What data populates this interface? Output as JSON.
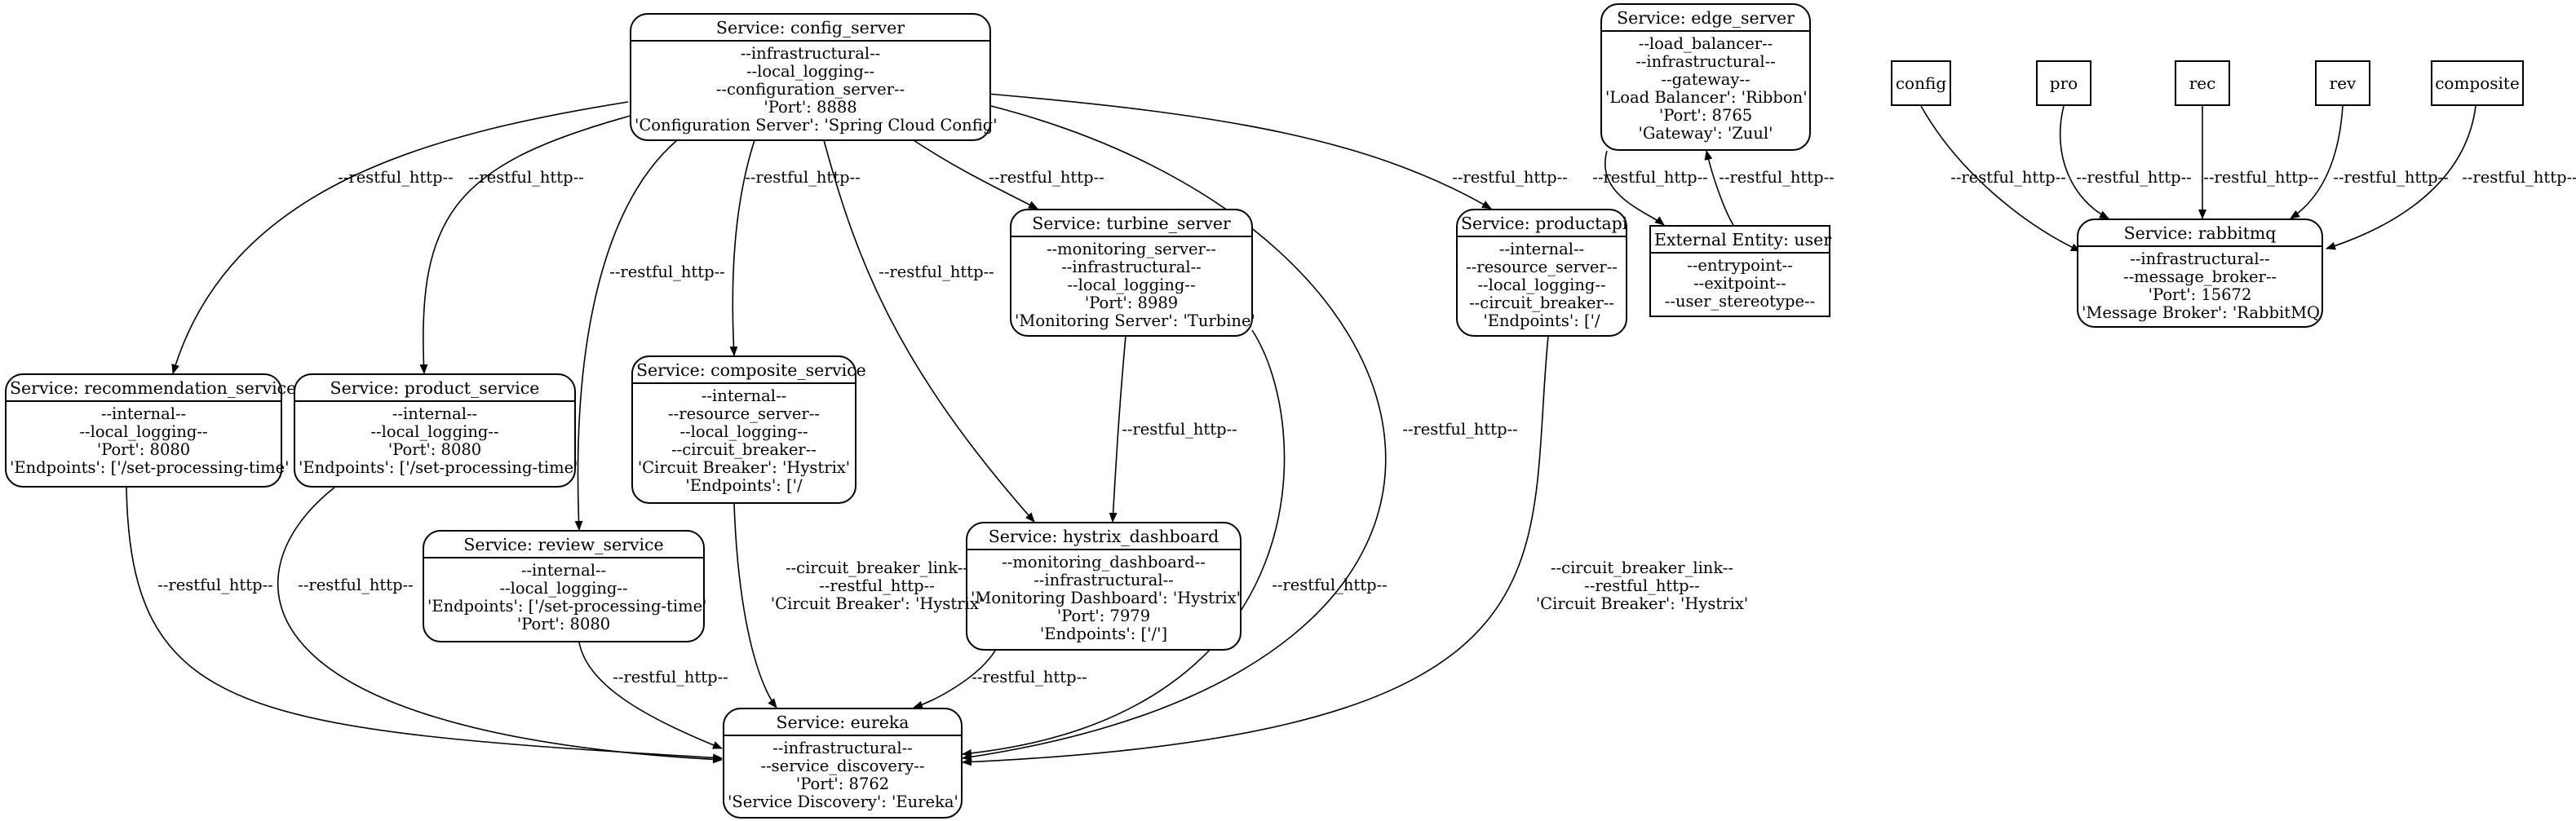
{
  "nodes": {
    "config_server": {
      "title": "Service: config_server",
      "lines": [
        "--infrastructural--",
        "--local_logging--",
        "--configuration_server--",
        "'Port': 8888",
        "'Configuration Server': 'Spring Cloud Config'"
      ]
    },
    "edge_server": {
      "title": "Service: edge_server",
      "lines": [
        "--load_balancer--",
        "--infrastructural--",
        "--gateway--",
        "'Load Balancer': 'Ribbon'",
        "'Port': 8765",
        "'Gateway': 'Zuul'"
      ]
    },
    "user": {
      "title": "External Entity: user",
      "lines": [
        "--entrypoint--",
        "--exitpoint--",
        "--user_stereotype--"
      ]
    },
    "turbine_server": {
      "title": "Service: turbine_server",
      "lines": [
        "--monitoring_server--",
        "--infrastructural--",
        "--local_logging--",
        "'Port': 8989",
        "'Monitoring Server': 'Turbine'"
      ]
    },
    "productapi": {
      "title": "Service: productapi",
      "lines": [
        "--internal--",
        "--resource_server--",
        "--local_logging--",
        "--circuit_breaker--",
        "'Endpoints': ['/"
      ]
    },
    "recommendation_service": {
      "title": "Service: recommendation_service",
      "lines": [
        "--internal--",
        "--local_logging--",
        "'Port': 8080",
        "'Endpoints': ['/set-processing-time'"
      ]
    },
    "product_service": {
      "title": "Service: product_service",
      "lines": [
        "--internal--",
        "--local_logging--",
        "'Port': 8080",
        "'Endpoints': ['/set-processing-time'"
      ]
    },
    "composite_service": {
      "title": "Service: composite_service",
      "lines": [
        "--internal--",
        "--resource_server--",
        "--local_logging--",
        "--circuit_breaker--",
        "'Circuit Breaker': 'Hystrix'",
        "'Endpoints': ['/"
      ]
    },
    "review_service": {
      "title": "Service: review_service",
      "lines": [
        "--internal--",
        "--local_logging--",
        "'Endpoints': ['/set-processing-time'",
        "'Port': 8080"
      ]
    },
    "hystrix_dashboard": {
      "title": "Service: hystrix_dashboard",
      "lines": [
        "--monitoring_dashboard--",
        "--infrastructural--",
        "'Monitoring Dashboard': 'Hystrix'",
        "'Port': 7979",
        "'Endpoints': ['/']"
      ]
    },
    "eureka": {
      "title": "Service: eureka",
      "lines": [
        "--infrastructural--",
        "--service_discovery--",
        "'Port': 8762",
        "'Service Discovery': 'Eureka'"
      ]
    },
    "rabbitmq": {
      "title": "Service: rabbitmq",
      "lines": [
        "--infrastructural--",
        "--message_broker--",
        "'Port': 15672",
        "'Message Broker': 'RabbitMQ'"
      ]
    },
    "config": {
      "title": "config"
    },
    "pro": {
      "title": "pro"
    },
    "rec": {
      "title": "rec"
    },
    "rev": {
      "title": "rev"
    },
    "composite": {
      "title": "composite"
    }
  },
  "edge_labels": {
    "restful_http": "--restful_http--",
    "circuit_breaker_link": [
      "--circuit_breaker_link--",
      "--restful_http--",
      "'Circuit Breaker': 'Hystrix'"
    ]
  },
  "colors": {
    "stroke": "#000000",
    "background": "#ffffff"
  }
}
